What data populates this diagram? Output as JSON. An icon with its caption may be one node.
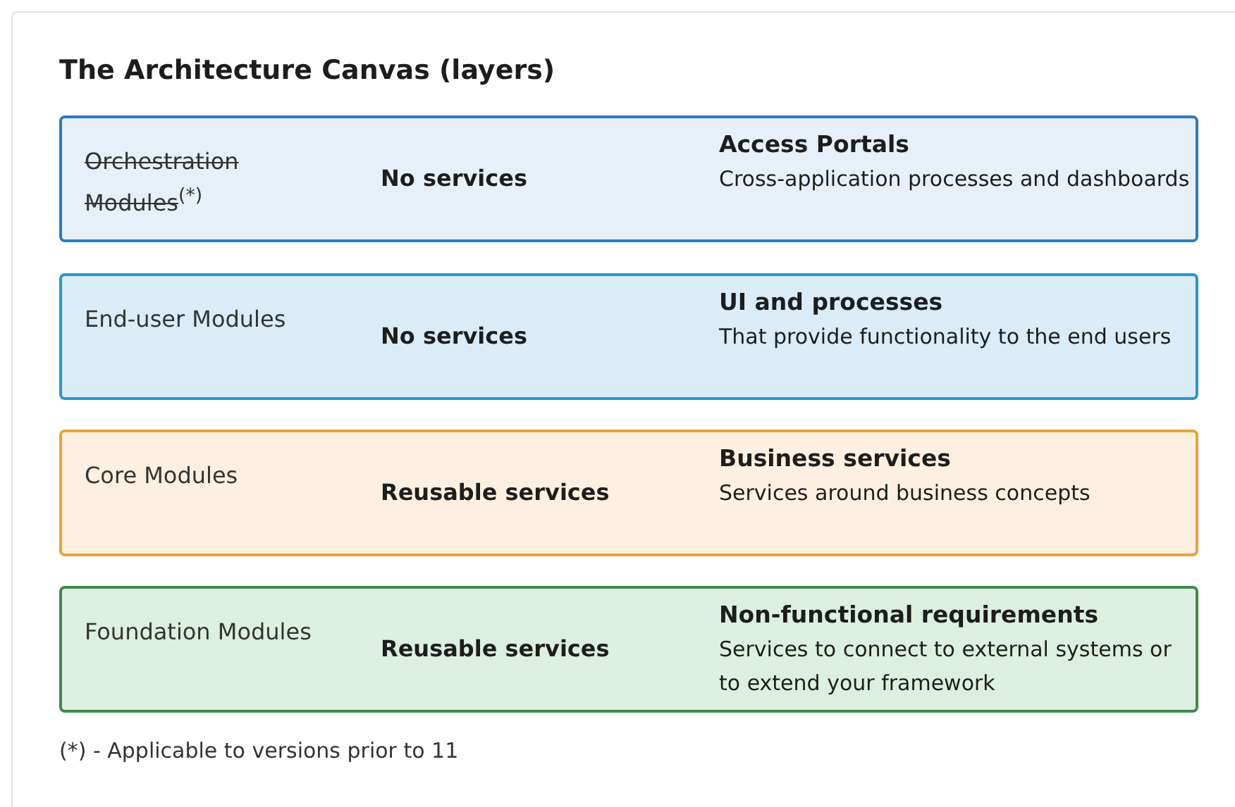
{
  "diagram": {
    "title": "The Architecture Canvas (layers)",
    "nodes": [
      {
        "text": [
          "Orchestration Modules$^{(*)}$",
          "No services",
          "Access Portals",
          "Cross-application processes and dashboards"
        ]
      },
      {
        "text": [
          "End-user Modules",
          "No services",
          "UI and processes",
          "That provide functionality to the end users"
        ]
      },
      {
        "text": [
          "Core Modules",
          "Reusable services",
          "Business services",
          "Services around business concepts"
        ]
      },
      {
        "text": [
          "Foundation Modules",
          "Reusable services",
          "Non-functional requirements",
          "Services to connect to external systems or to extend your framework"
        ]
      }
    ],
    "edges": [],
    "labels": [
      "(*) - Applicable to versions prior to 11"
    ]
  }
}
